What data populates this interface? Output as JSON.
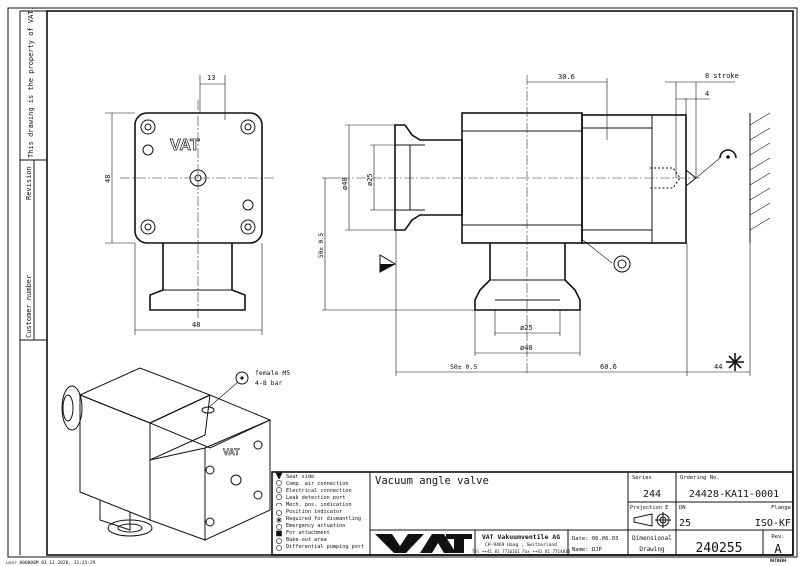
{
  "margin": {
    "property_note": "This drawing is the property of VAT.",
    "revision_label": "Revision",
    "customer_number_label": "Customer number",
    "footer_stamp": "user 000000M 01.11.2020, 11:25:29"
  },
  "drawing": {
    "front_view_dims": {
      "top": "13",
      "height": "48",
      "width": "48"
    },
    "side_view_dims": {
      "d30": "30.6",
      "stroke": "8 stroke",
      "four": "4",
      "dia40_left": "ø40",
      "dia25_left": "ø25",
      "height": "50± 0.5",
      "dia25_bottom": "ø25",
      "dia40_bottom": "ø40",
      "left_len": "50± 0.5",
      "right_len": "60.6",
      "clearance": "44"
    },
    "iso_note_line1": "female M5",
    "iso_note_line2": "4-8 bar"
  },
  "legend": [
    {
      "icon": "seat-side-icon",
      "label": "Seat side"
    },
    {
      "icon": "comp-air-icon",
      "label": "Comp. air connection"
    },
    {
      "icon": "electrical-icon",
      "label": "Electrical connection"
    },
    {
      "icon": "leak-detection-icon",
      "label": "Leak detection port"
    },
    {
      "icon": "mech-pos-icon",
      "label": "Mech. pos. indication"
    },
    {
      "icon": "position-indicator-icon",
      "label": "Position indicator"
    },
    {
      "icon": "dismantling-icon",
      "label": "Required for dismantling"
    },
    {
      "icon": "emergency-icon",
      "label": "Emergency actuation"
    },
    {
      "icon": "attachment-icon",
      "label": "For attachment"
    },
    {
      "icon": "bake-out-icon",
      "label": "Bake-out area"
    },
    {
      "icon": "differential-pumping-icon",
      "label": "Differential pumping port"
    }
  ],
  "title_block": {
    "title": "Vacuum angle valve",
    "logo": "VAT",
    "company": "VAT Vakuumventile AG",
    "address": "CH-9469 Haag , Switzerland",
    "phone": "Tel ++41 81 7716161 Fax ++41 81 7714830",
    "date": "Date: 06.06.03",
    "name": "Name: DJP",
    "series_label": "Series",
    "series": "244",
    "ordering_label": "Ordering No.",
    "ordering_no": "24428-KA11-0001",
    "projection_label": "Projection E",
    "dn_label": "DN",
    "dn": "25",
    "flange_label": "Flange",
    "flange": "ISO-KF",
    "doc_type_line1": "Dimensional",
    "doc_type_line2": "Drawing",
    "drawing_no": "240255",
    "rev_label": "Rev.",
    "rev": "A",
    "corner_mark": "VAT0804"
  }
}
